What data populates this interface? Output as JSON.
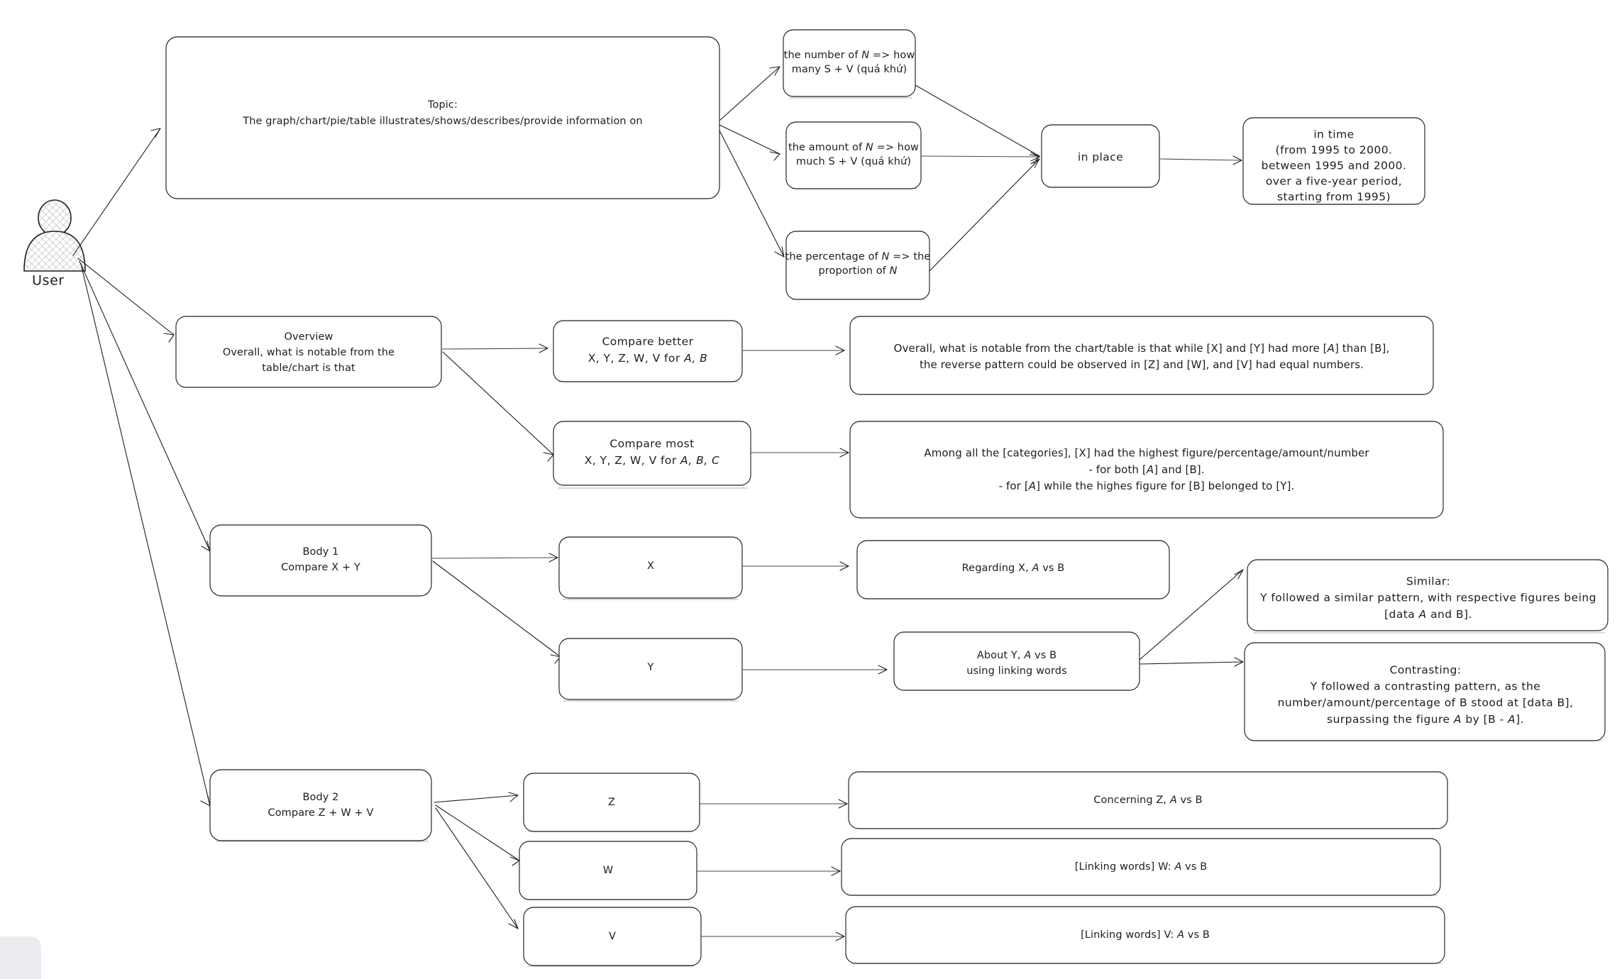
{
  "meta": {
    "title": "IELTS Writing Task 1 structure mind map",
    "style": "hand-drawn whiteboard diagram",
    "background_color": "#ffffff",
    "ink_color": "#1e1e1e",
    "shadow_color": "#adadad",
    "panel_corner_color": "#ebecf0"
  },
  "actor": {
    "label": "User",
    "icon": "user-actor-icon"
  },
  "nodes": {
    "topic": {
      "name": "topic-box",
      "lines": [
        "Topic:",
        "The graph/chart/pie/table illustrates/shows/describes/provide information on"
      ]
    },
    "number_of_n": {
      "name": "number-of-n-box",
      "lines": [
        "the number of N => how",
        "many S + V (quá khứ)"
      ]
    },
    "amount_of_n": {
      "name": "amount-of-n-box",
      "lines": [
        "the amount of N => how",
        "much S + V (quá khứ)"
      ]
    },
    "percentage_of_n": {
      "name": "percentage-of-n-box",
      "lines": [
        "the percentage of N => the",
        "proportion of N"
      ]
    },
    "in_place": {
      "name": "in-place-box",
      "lines": [
        "in place"
      ]
    },
    "in_time": {
      "name": "in-time-box",
      "lines": [
        "in time",
        "(from 1995 to 2000.",
        "between 1995 and 2000.",
        "over a five-year period,",
        "starting from 1995)"
      ]
    },
    "overview": {
      "name": "overview-box",
      "lines": [
        "Overview",
        "Overall, what is notable from the",
        "table/chart is that"
      ]
    },
    "compare_better": {
      "name": "compare-better-box",
      "lines": [
        "Compare better",
        "X, Y, Z, W, V for A, B"
      ]
    },
    "compare_most": {
      "name": "compare-most-box",
      "lines": [
        "Compare most",
        "X, Y, Z, W, V  for A, B, C"
      ]
    },
    "overview_sentence": {
      "name": "overview-sentence-box",
      "lines": [
        "Overall, what is notable from the chart/table is that while [X] and [Y] had more [A] than [B],",
        "the reverse pattern could be observed in [Z] and [W], and [V] had equal numbers."
      ]
    },
    "most_sentence": {
      "name": "compare-most-sentence-box",
      "lines": [
        "Among all the [categories], [X] had the highest figure/percentage/amount/number",
        "- for both [A] and [B].",
        "- for [A] while the highes figure for [B] belonged to [Y]."
      ]
    },
    "body1": {
      "name": "body1-box",
      "lines": [
        "Body 1",
        "Compare X + Y"
      ]
    },
    "node_x": {
      "name": "node-x-box",
      "lines": [
        "X"
      ]
    },
    "node_y": {
      "name": "node-y-box",
      "lines": [
        "Y"
      ]
    },
    "regarding_x": {
      "name": "regarding-x-box",
      "lines": [
        "Regarding X, A vs B"
      ]
    },
    "about_y": {
      "name": "about-y-box",
      "lines": [
        "About Y, A vs B",
        "using linking words"
      ]
    },
    "similar": {
      "name": "similar-box",
      "lines": [
        "Similar:",
        "Y followed a similar pattern, with respective figures being",
        "[data A and B]."
      ]
    },
    "contrasting": {
      "name": "contrasting-box",
      "lines": [
        "Contrasting:",
        "Y followed a contrasting pattern, as the",
        "number/amount/percentage of B stood at [data B],",
        "surpassing the figure A by [B - A]."
      ]
    },
    "body2": {
      "name": "body2-box",
      "lines": [
        "Body 2",
        "Compare Z + W + V"
      ]
    },
    "node_z": {
      "name": "node-z-box",
      "lines": [
        "Z"
      ]
    },
    "node_w": {
      "name": "node-w-box",
      "lines": [
        "W"
      ]
    },
    "node_v": {
      "name": "node-v-box",
      "lines": [
        "V"
      ]
    },
    "concerning_z": {
      "name": "concerning-z-box",
      "lines": [
        "Concerning Z, A vs B"
      ]
    },
    "linking_w": {
      "name": "linking-words-w-box",
      "lines": [
        "[Linking words] W: A vs B"
      ]
    },
    "linking_v": {
      "name": "linking-words-v-box",
      "lines": [
        "[Linking words] V: A vs B"
      ]
    }
  }
}
